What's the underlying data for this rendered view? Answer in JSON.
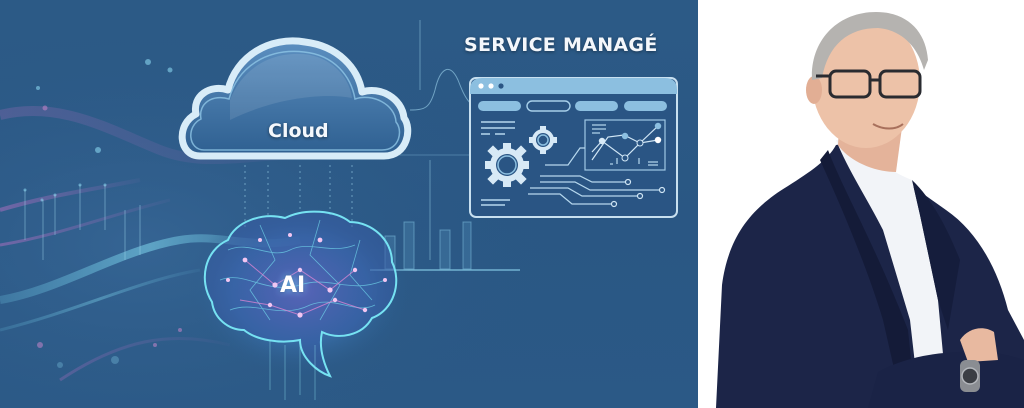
{
  "banner": {
    "title": "SERVICE MANAGÉ",
    "cloud_label": "Cloud",
    "ai_label": "AI",
    "colors": {
      "background": "#2b5885",
      "cloud_outline": "#cfe6f5",
      "dashboard_accent": "#8bb8d9",
      "brain_glow": "#6fe0f0",
      "brain_nodes": "#e58ad6"
    },
    "icons": [
      "cloud-icon",
      "dashboard-window-icon",
      "gear-icon",
      "line-chart-icon",
      "circuit-lines-icon",
      "brain-network-icon"
    ]
  },
  "photo": {
    "subject": "portrait of a smiling man with glasses, navy blazer, white shirt, arms crossed, wristwatch",
    "background": "#ffffff"
  }
}
